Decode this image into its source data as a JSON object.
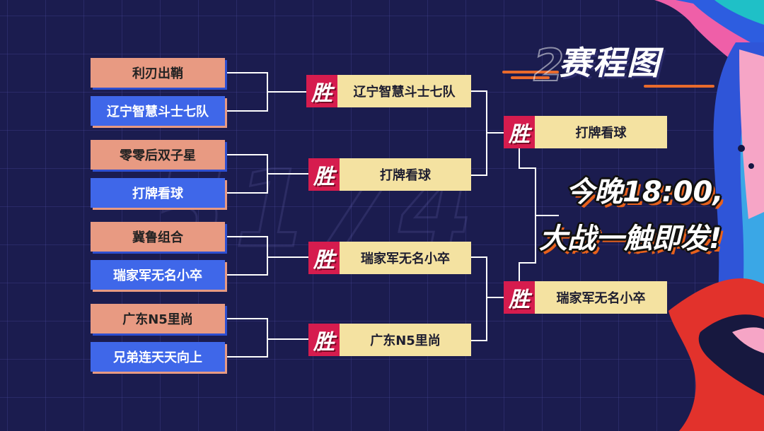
{
  "title": {
    "text": "赛程图",
    "number": "2"
  },
  "watermark_text": "5174",
  "slogan": {
    "line1": "今晚18:00,",
    "line2": "大战一触即发!"
  },
  "colors": {
    "background": "#1b1c4f",
    "team_top": "#e89a82",
    "team_bottom": "#3f67e9",
    "win_badge": "#d61c4e",
    "win_name": "#f4e2a1",
    "bracket_line": "#ffffff"
  },
  "win_label": "胜",
  "bracket": {
    "round1": [
      {
        "team_a": "利刃出鞘",
        "team_b": "辽宁智慧斗士七队"
      },
      {
        "team_a": "零零后双子星",
        "team_b": "打牌看球"
      },
      {
        "team_a": "冀鲁组合",
        "team_b": "瑞家军无名小卒"
      },
      {
        "team_a": "广东N5里尚",
        "team_b": "兄弟连天天向上"
      }
    ],
    "round2": [
      {
        "winner": "辽宁智慧斗士七队"
      },
      {
        "winner": "打牌看球"
      },
      {
        "winner": "瑞家军无名小卒"
      },
      {
        "winner": "广东N5里尚"
      }
    ],
    "round3": [
      {
        "winner": "打牌看球"
      },
      {
        "winner": "瑞家军无名小卒"
      }
    ]
  }
}
